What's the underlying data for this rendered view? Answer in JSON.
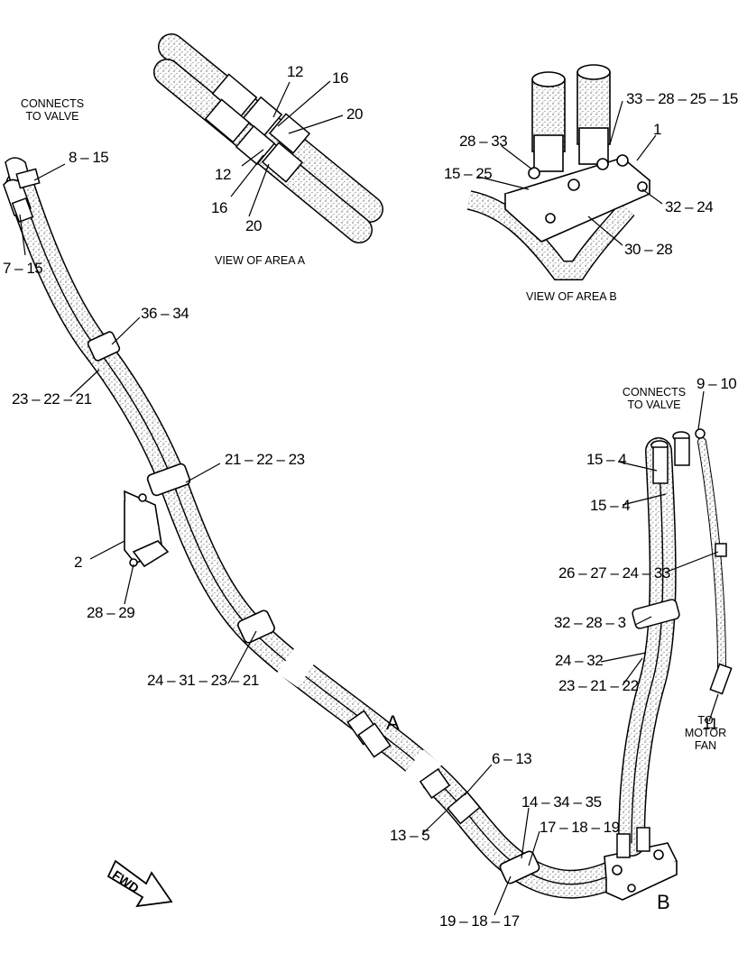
{
  "captions": {
    "connects_valve_left": "CONNECTS\nTO VALVE",
    "view_area_a": "VIEW OF AREA A",
    "view_area_b": "VIEW OF AREA B",
    "connects_valve_right": "CONNECTS\nTO VALVE",
    "to_motor_fan": "TO\nMOTOR\nFAN"
  },
  "area_markers": {
    "a": "A",
    "b": "B"
  },
  "fwd_label": "FWD",
  "callouts": {
    "c_8_15": "8 – 15",
    "c_7_15": "7 – 15",
    "c_36_34": "36 – 34",
    "c_23_22_21": "23 – 22 – 21",
    "c_21_22_23": "21 – 22 – 23",
    "c_2": "2",
    "c_28_29": "28 – 29",
    "c_24_31_23_21": "24 – 31 – 23 – 21",
    "c_6_13": "6 – 13",
    "c_13_5": "13 – 5",
    "c_14_34_35": "14 – 34 – 35",
    "c_17_18_19": "17 – 18 – 19",
    "c_19_18_17": "19 – 18 – 17",
    "a_12_top": "12",
    "a_16_top": "16",
    "a_20_top": "20",
    "a_12_bot": "12",
    "a_16_bot": "16",
    "a_20_bot": "20",
    "b_33_28_25_15": "33 – 28 – 25 – 15",
    "b_1": "1",
    "b_28_33": "28 – 33",
    "b_15_25": "15 – 25",
    "b_32_24": "32 – 24",
    "b_30_28": "30 – 28",
    "r_9_10": "9 – 10",
    "r_15_4_top": "15 – 4",
    "r_15_4_bot": "15 – 4",
    "r_26_27_24_33": "26 – 27 – 24 – 33",
    "r_32_28_3": "32 – 28 – 3",
    "r_24_32": "24 – 32",
    "r_23_21_22": "23 – 21 – 22",
    "r_11": "11"
  }
}
